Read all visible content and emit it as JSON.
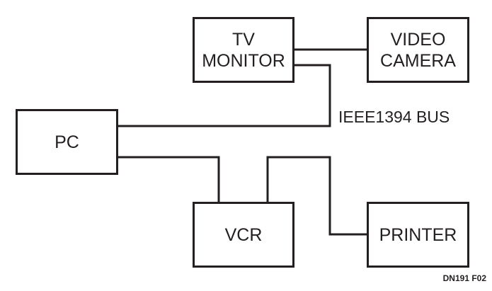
{
  "diagram": {
    "nodes": {
      "tv_monitor": {
        "lines": [
          "TV",
          "MONITOR"
        ]
      },
      "video_camera": {
        "lines": [
          "VIDEO",
          "CAMERA"
        ]
      },
      "pc": {
        "lines": [
          "PC"
        ]
      },
      "vcr": {
        "lines": [
          "VCR"
        ]
      },
      "printer": {
        "lines": [
          "PRINTER"
        ]
      }
    },
    "bus_label": "IEEE1394 BUS",
    "figure_code": "DN191 F02",
    "connections": [
      {
        "from": "tv_monitor",
        "to": "video_camera"
      },
      {
        "from": "tv_monitor",
        "to": "pc"
      },
      {
        "from": "pc",
        "to": "vcr"
      },
      {
        "from": "vcr",
        "to": "printer"
      }
    ],
    "colors": {
      "line": "#231f20",
      "background": "#ffffff"
    }
  }
}
